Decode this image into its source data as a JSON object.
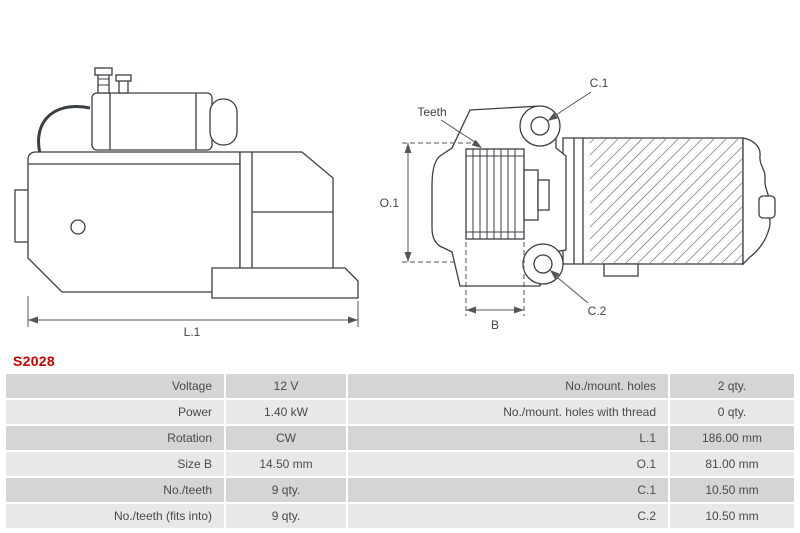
{
  "part": {
    "code": "S2028"
  },
  "diagram": {
    "labels": {
      "teeth": "Teeth",
      "o1": "O.1",
      "b": "B",
      "c1": "C.1",
      "c2": "C.2",
      "l1": "L.1"
    }
  },
  "table": {
    "left_rows": [
      {
        "label": "Voltage",
        "value": "12 V"
      },
      {
        "label": "Power",
        "value": "1.40 kW"
      },
      {
        "label": "Rotation",
        "value": "CW"
      },
      {
        "label": "Size B",
        "value": "14.50 mm"
      },
      {
        "label": "No./teeth",
        "value": "9 qty."
      },
      {
        "label": "No./teeth (fits into)",
        "value": "9 qty."
      }
    ],
    "right_rows": [
      {
        "label": "No./mount. holes",
        "value": "2 qty."
      },
      {
        "label": "No./mount. holes with thread",
        "value": "0 qty."
      },
      {
        "label": "L.1",
        "value": "186.00 mm"
      },
      {
        "label": "O.1",
        "value": "81.00 mm"
      },
      {
        "label": "C.1",
        "value": "10.50 mm"
      },
      {
        "label": "C.2",
        "value": "10.50 mm"
      }
    ]
  },
  "colors": {
    "part_code": "#cc0000",
    "row_dark": "#d5d5d5",
    "row_light": "#e8e8e8",
    "drawing_line": "#3a3f44",
    "dimension_line": "#555555",
    "table_text": "#4a4a4a"
  }
}
